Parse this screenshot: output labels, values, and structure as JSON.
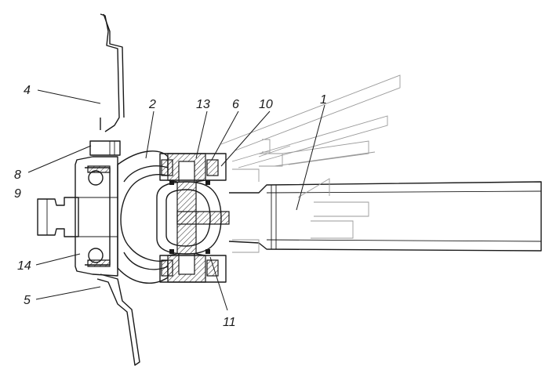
{
  "diagram": {
    "callouts": [
      {
        "id": "1",
        "text": "1"
      },
      {
        "id": "2",
        "text": "2"
      },
      {
        "id": "4",
        "text": "4"
      },
      {
        "id": "5",
        "text": "5"
      },
      {
        "id": "6",
        "text": "6"
      },
      {
        "id": "8",
        "text": "8"
      },
      {
        "id": "9",
        "text": "9"
      },
      {
        "id": "10",
        "text": "10"
      },
      {
        "id": "11",
        "text": "11"
      },
      {
        "id": "13",
        "text": "13"
      },
      {
        "id": "14",
        "text": "14"
      }
    ]
  }
}
